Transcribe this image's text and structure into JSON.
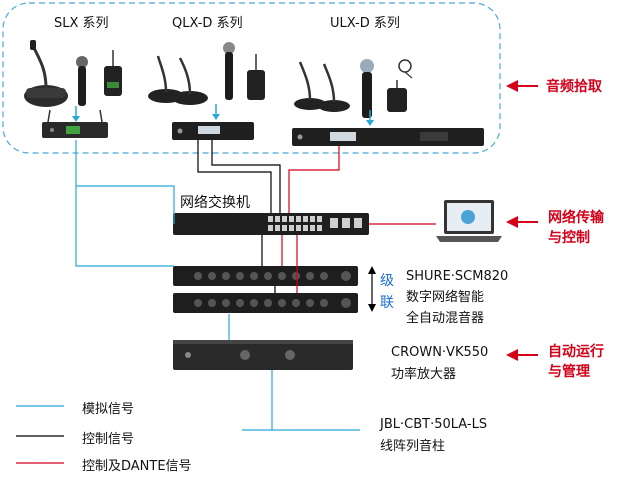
{
  "groups": {
    "slx": "SLX 系列",
    "qlxd": "QLX-D 系列",
    "ulxd": "ULX-D 系列"
  },
  "side_labels": {
    "audio_pickup": "音频拾取",
    "network_line1": "网络传输",
    "network_line2": "与控制",
    "auto_line1": "自动运行",
    "auto_line2": "与管理"
  },
  "devices": {
    "switch": "网络交换机",
    "mixer_line1": "SHURE·SCM820",
    "mixer_line2": "数字网络智能",
    "mixer_line3": "全自动混音器",
    "cascade_1": "级",
    "cascade_2": "联",
    "amp_line1": "CROWN·VK550",
    "amp_line2": "功率放大器",
    "speaker_line1": "JBL·CBT·50LA-LS",
    "speaker_line2": "线阵列音柱"
  },
  "legend": [
    {
      "label": "模拟信号",
      "color": "#29a8d8"
    },
    {
      "label": "控制信号",
      "color": "#000000"
    },
    {
      "label": "控制及DANTE信号",
      "color": "#d4001a"
    }
  ],
  "colors": {
    "analog": "#29a8d8",
    "control": "#000000",
    "dante": "#d4001a",
    "dashed_border": "#4aa8d8",
    "accent_red": "#d4001a"
  }
}
